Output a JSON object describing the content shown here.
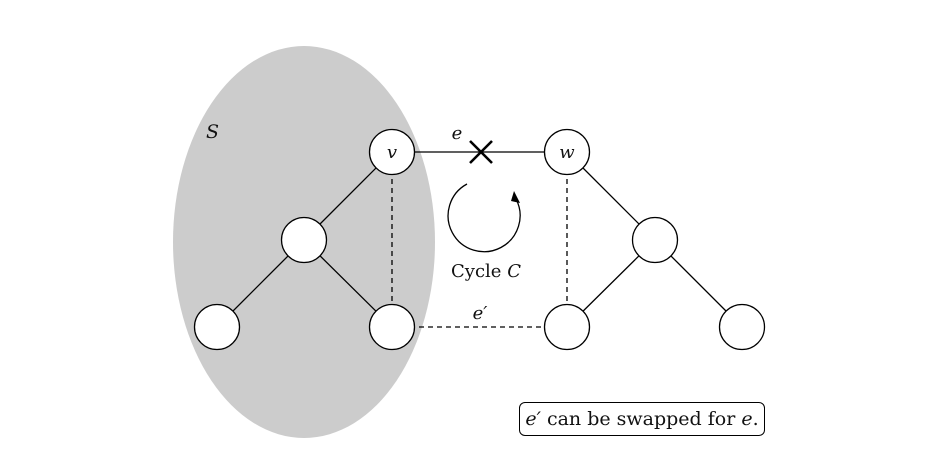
{
  "labels": {
    "set": "S",
    "node_v": "v",
    "node_w": "w",
    "edge_e": "e",
    "edge_e_prime": "e′",
    "cycle_text": "Cycle",
    "cycle_var": "C"
  },
  "caption": {
    "var": "e′",
    "text": " can be swapped for ",
    "var2": "e",
    "period": "."
  },
  "colors": {
    "set_fill": "#cccccc",
    "stroke": "#000000",
    "node_fill": "#ffffff"
  }
}
